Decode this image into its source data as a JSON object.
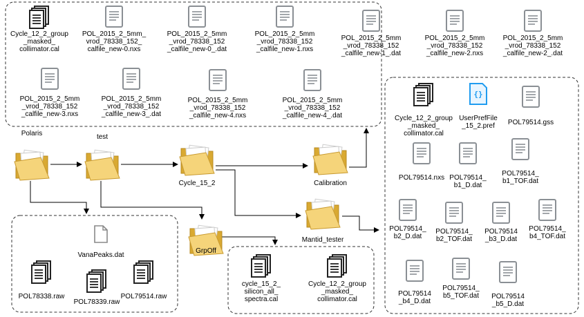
{
  "colors": {
    "folder_front": "#f5d47a",
    "folder_back": "#d9a932",
    "paper": "#ffffff",
    "doc_outline": "#8a8f94",
    "json_blue": "#1f9cf0",
    "line": "#000000",
    "box_border": "#333333"
  },
  "folders": {
    "polaris": "Polaris",
    "test": "test",
    "cycle": "Cycle_15_2",
    "calibration": "Calibration",
    "mantid": "Mantid_tester",
    "grpoff": "GrpOff"
  },
  "top_files": [
    {
      "icon": "multi-doc-icon",
      "label": "Cycle_12_2_group\n_masked_\ncollimator.cal"
    },
    {
      "icon": "doc-icon",
      "label": "POL_2015_2_5mm_\nvrod_78338_152_\ncalfile_new-0.nxs"
    },
    {
      "icon": "doc-icon",
      "label": "POL_2015_2_5mm\n_vrod_78338_152\n_calfile_new-0_.dat"
    },
    {
      "icon": "doc-icon",
      "label": "POL_2015_2_5mm\n_vrod_78338_152\n_calfile_new-1.nxs"
    },
    {
      "icon": "doc-icon",
      "label": "POL_2015_2_5mm\n_vrod_78338_152\n_calfile_new-1_.dat"
    },
    {
      "icon": "doc-icon",
      "label": "POL_2015_2_5mm\n_vrod_78338_152\n_calfile_new-2.nxs"
    },
    {
      "icon": "doc-icon",
      "label": "POL_2015_2_5mm\n_vrod_78338_152\n_calfile_new-2_.dat"
    },
    {
      "icon": "doc-icon",
      "label": "POL_2015_2_5mm\n_vrod_78338_152\n_calfile_new-3.nxs"
    },
    {
      "icon": "doc-icon",
      "label": "POL_2015_2_5mm\n_vrod_78338_152\n_calfile_new-3_.dat"
    },
    {
      "icon": "doc-icon",
      "label": "POL_2015_2_5mm\n_vrod_78338_152\n_calfile_new-4.nxs"
    },
    {
      "icon": "doc-icon",
      "label": "POL_2015_2_5mm\n_vrod_78338_152\n_calfile_new-4_.dat"
    }
  ],
  "polaris_files": [
    {
      "icon": "page-icon",
      "label": "VanaPeaks.dat"
    },
    {
      "icon": "multi-doc-icon",
      "label": "POL78338.raw"
    },
    {
      "icon": "multi-doc-icon",
      "label": "POL78339.raw"
    },
    {
      "icon": "multi-doc-icon",
      "label": "POL79514.raw"
    }
  ],
  "grpoff_files": [
    {
      "icon": "multi-doc-icon",
      "label": "cycle_15_2_\nsilicon_all_\nspectra.cal"
    },
    {
      "icon": "multi-doc-icon",
      "label": "Cycle_12_2_group\n_masked_\ncollimator.cal"
    }
  ],
  "mantid_files": [
    {
      "icon": "multi-doc-icon",
      "label": "Cycle_12_2_group\n_masked_\ncollimator.cal"
    },
    {
      "icon": "json-icon",
      "label": "UserPrefFile\n_15_2.pref"
    },
    {
      "icon": "doc-icon",
      "label": "POL79514.gss"
    },
    {
      "icon": "doc-icon",
      "label": "POL79514.nxs"
    },
    {
      "icon": "doc-icon",
      "label": "POL79514_\nb1_D.dat"
    },
    {
      "icon": "doc-icon",
      "label": "POL79514_\nb1_TOF.dat"
    },
    {
      "icon": "doc-icon",
      "label": "POL79514_\nb2_D.dat"
    },
    {
      "icon": "doc-icon",
      "label": "POL79514_\nb2_TOF.dat"
    },
    {
      "icon": "doc-icon",
      "label": "POL79514\n_b3_D.dat"
    },
    {
      "icon": "doc-icon",
      "label": "POL79514_\nb4_TOF.dat"
    },
    {
      "icon": "doc-icon",
      "label": "POL79514\n_b4_D.dat"
    },
    {
      "icon": "doc-icon",
      "label": "POL79514_\nb5_TOF.dat"
    },
    {
      "icon": "doc-icon",
      "label": "POL79514\n_b5_D.dat"
    }
  ]
}
